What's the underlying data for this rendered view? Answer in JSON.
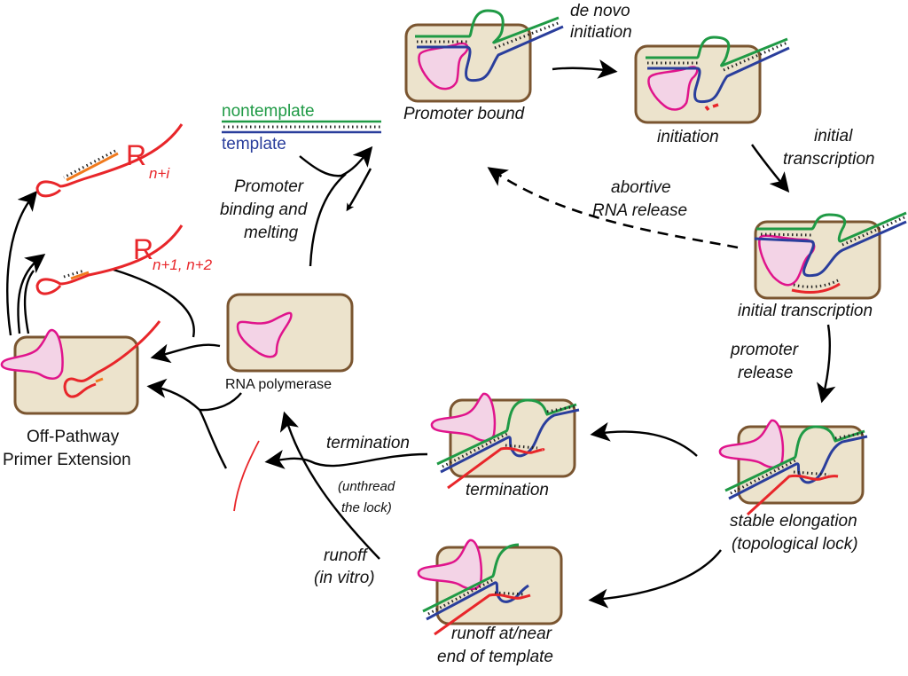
{
  "legend": {
    "nontemplate": "nontemplate",
    "template": "template"
  },
  "states": {
    "promoter_bound": "Promoter bound",
    "initiation": "initiation",
    "initial_transcription": "initial transcription",
    "stable_elongation_1": "stable elongation",
    "stable_elongation_2": "(topological lock)",
    "termination": "termination",
    "runoff_1": "runoff at/near",
    "runoff_2": "end of template",
    "rna_polymerase": "RNA polymerase",
    "off_pathway_1": "Off-Pathway",
    "off_pathway_2": "Primer Extension"
  },
  "transitions": {
    "de_novo_1": "de novo",
    "de_novo_2": "initiation",
    "initial_transcription_1": "initial",
    "initial_transcription_2": "transcription",
    "abortive_1": "abortive",
    "abortive_2": "RNA release",
    "promoter_release_1": "promoter",
    "promoter_release_2": "release",
    "promoter_binding_1": "Promoter",
    "promoter_binding_2": "binding and",
    "promoter_binding_3": "melting",
    "termination": "termination",
    "unthread_1": "(unthread",
    "unthread_2": "the lock)",
    "runoff_1": "runoff",
    "runoff_2": "(in vitro)"
  },
  "products": {
    "rni_base": "R",
    "rni_sub": "n+i",
    "rn12_base": "R",
    "rn12_sub": "n+1, n+2"
  },
  "colors": {
    "nontemplate": "#1f9a45",
    "template": "#2a3e9c",
    "rna": "#e8262a",
    "primer": "#f07a1e",
    "polymerase": "#e0148c",
    "box_fill": "#ece3cc",
    "box_stroke": "#7a5530"
  }
}
